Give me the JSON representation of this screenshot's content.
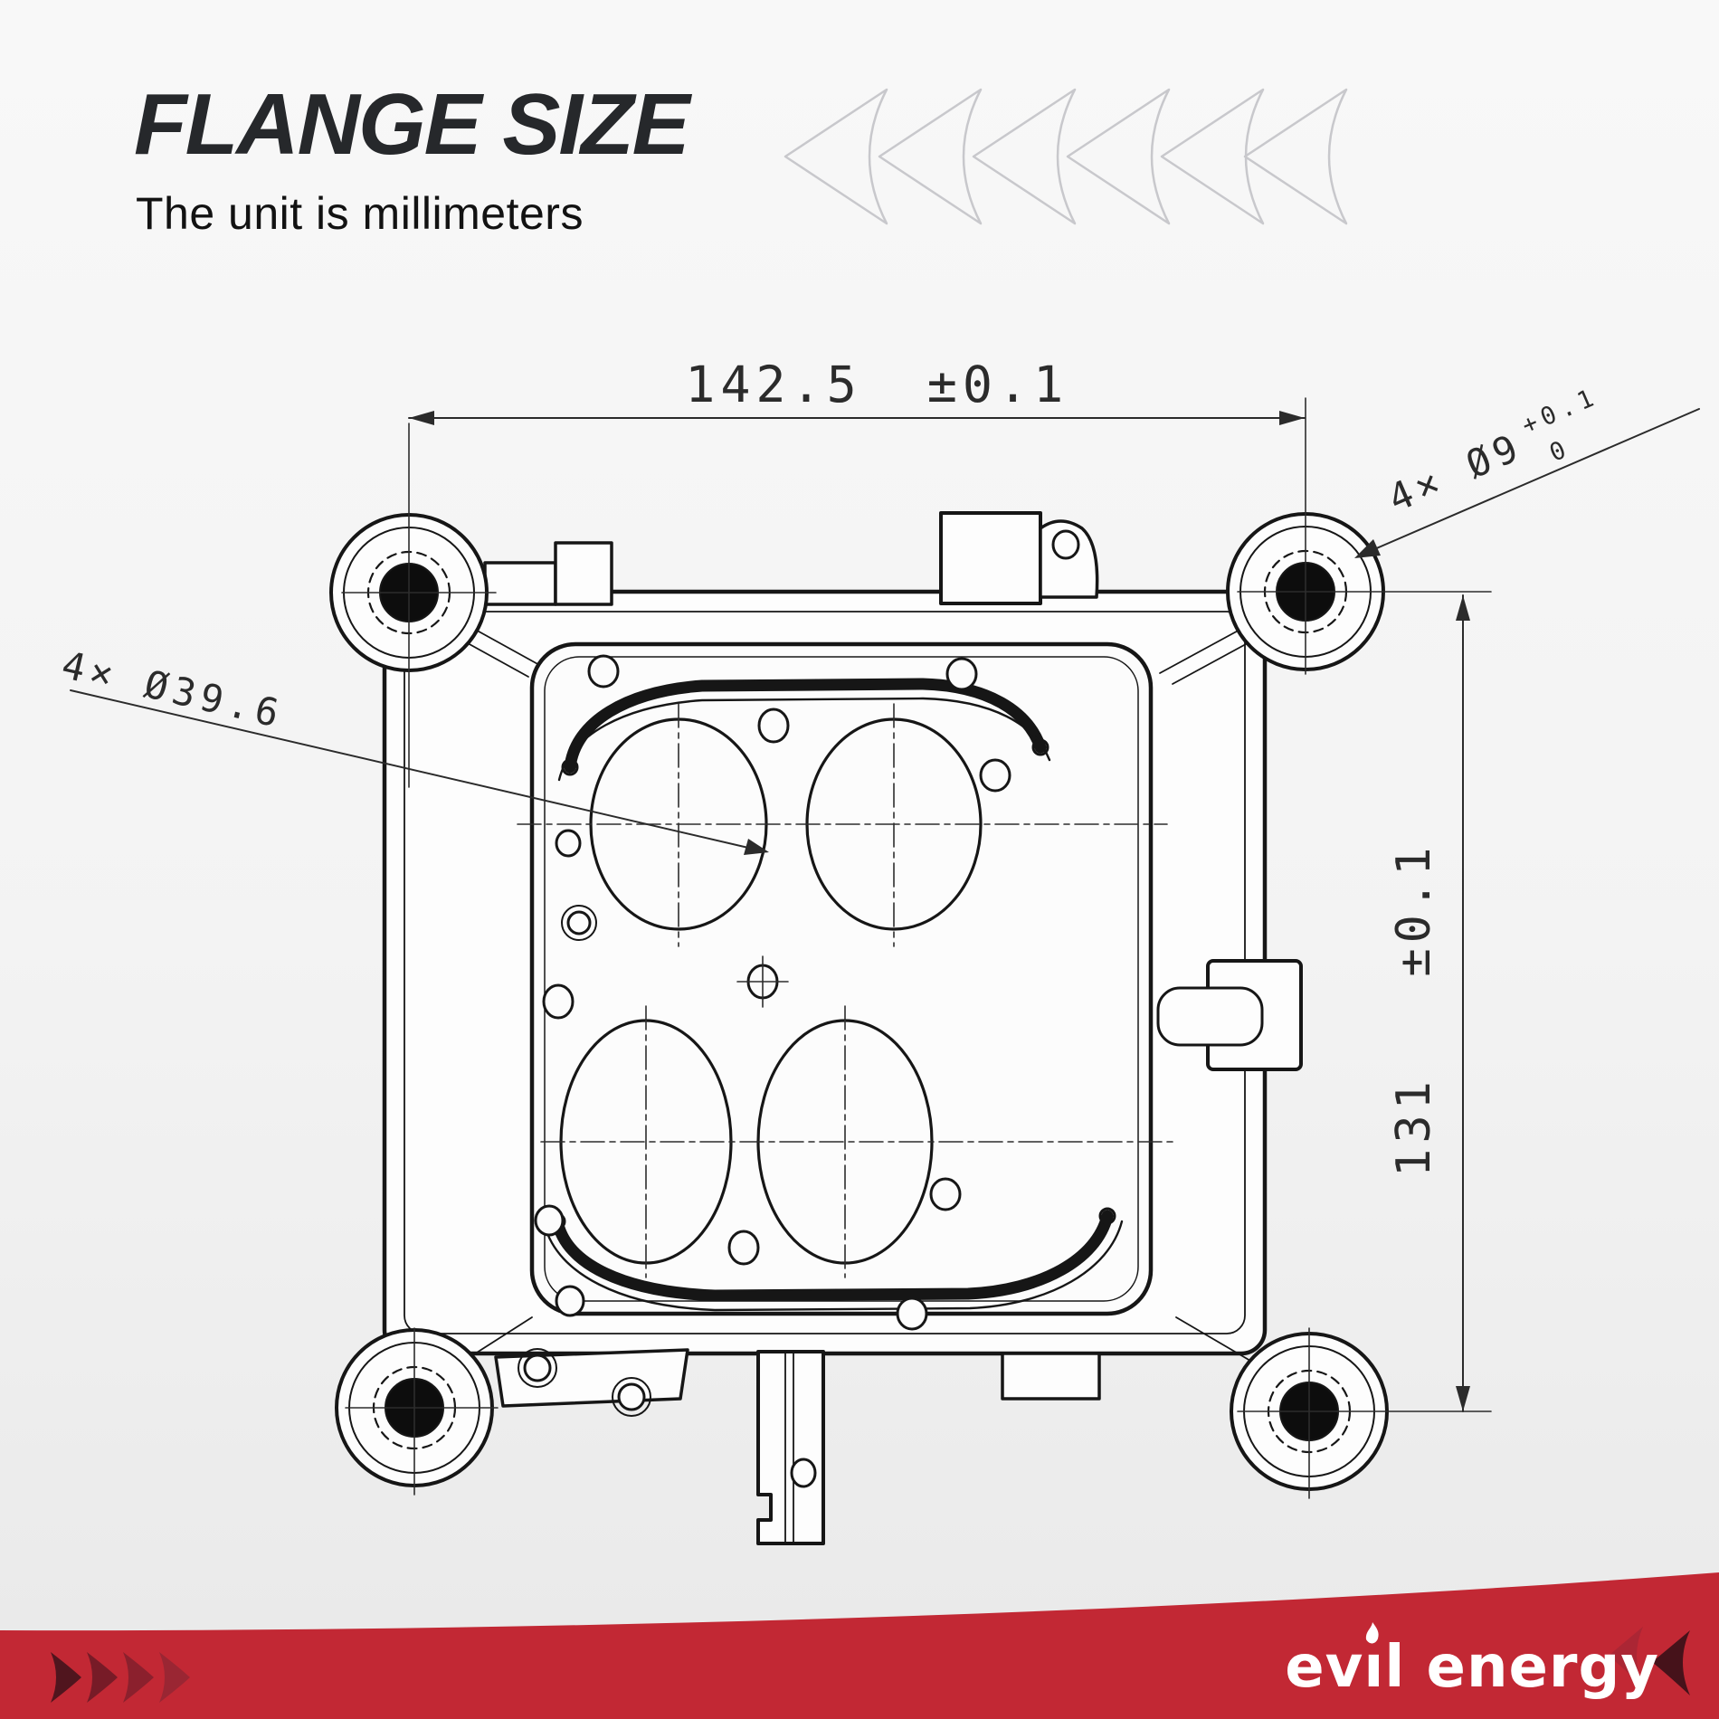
{
  "header": {
    "title": "FLANGE SIZE",
    "subtitle": "The unit is millimeters"
  },
  "drawing": {
    "dim_width": {
      "value": "142.5",
      "tol": "±0.1"
    },
    "dim_height": {
      "value": "131",
      "tol": "±0.1"
    },
    "callout_bolt_holes": {
      "qty_dia": "4× Ø9",
      "tol_upper": "+0.1",
      "tol_lower": "0"
    },
    "callout_bores": {
      "label": "4× Ø39.6"
    }
  },
  "footer": {
    "brand_ev": "ev",
    "brand_i": "ı",
    "brand_rest": "l energy"
  },
  "colors": {
    "band_red": "#c22834",
    "line_dark": "#161616",
    "chevron_gray": "#c8c8cc",
    "hole_black": "#0d0d0d"
  }
}
